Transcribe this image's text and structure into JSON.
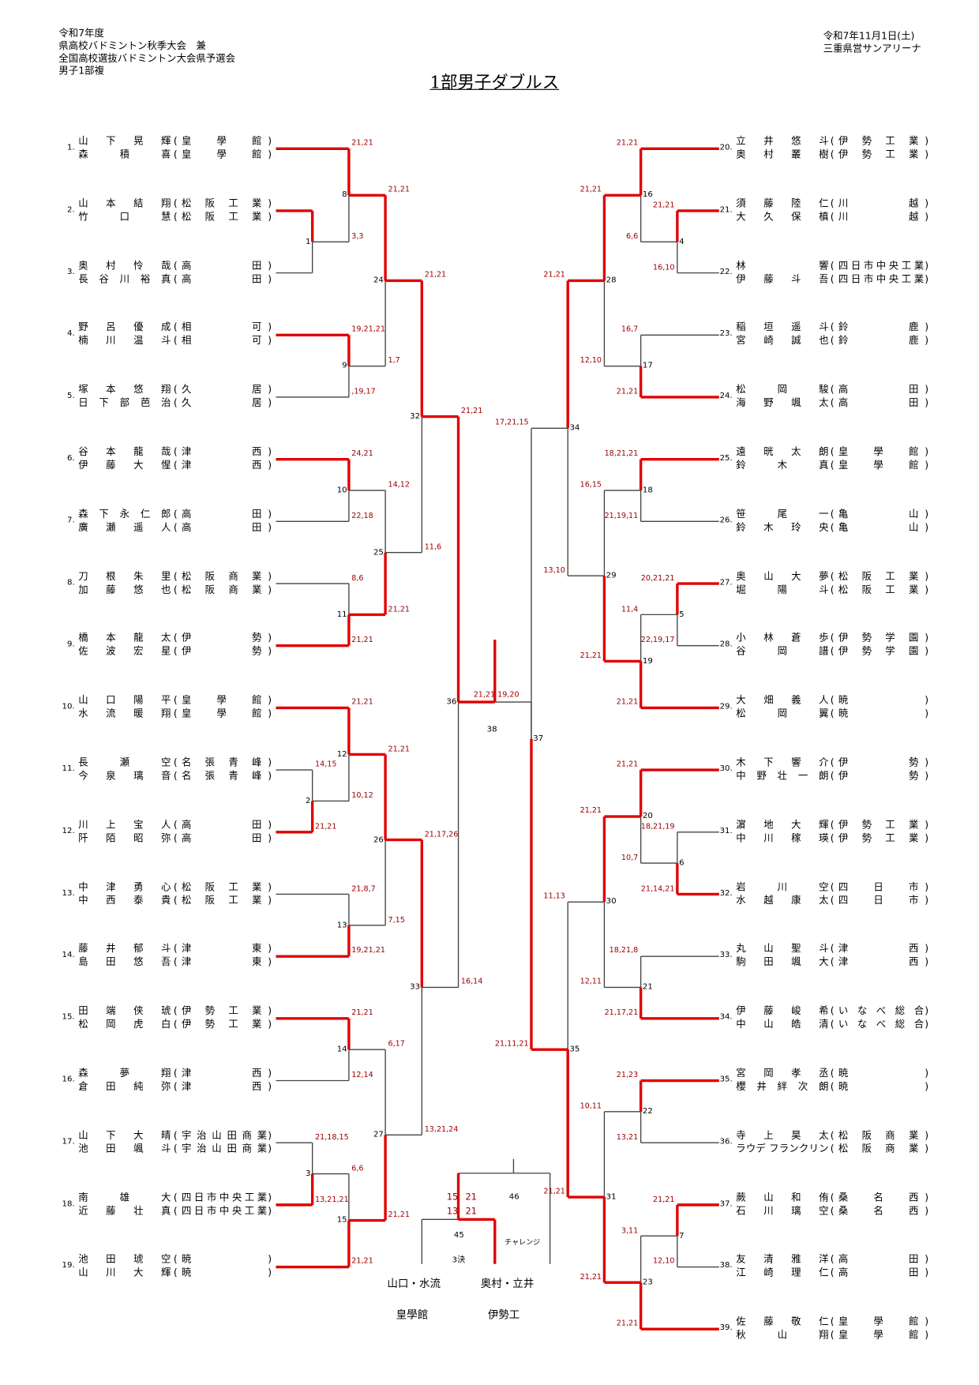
{
  "header": {
    "left_lines": [
      "令和7年度",
      "県高校バドミントン秋季大会　兼",
      "全国高校選抜バドミントン大会県予選会",
      "男子1部複"
    ],
    "title": "1部男子ダブルス",
    "date": "令和7年11月1日(土)",
    "venue": "三重県営サンアリーナ"
  },
  "colors": {
    "winner_line": "#e00000",
    "score_text": "#a00000",
    "line": "#444444"
  },
  "entries": [
    {
      "no": "1.",
      "p1": "山下晃輝",
      "p2": "森積喜",
      "school": "皇學館"
    },
    {
      "no": "2.",
      "p1": "山本結翔",
      "p2": "竹口慧",
      "school": "松阪工業"
    },
    {
      "no": "3.",
      "p1": "奥村怜哉",
      "p2": "長谷川裕真",
      "school": "高田"
    },
    {
      "no": "4.",
      "p1": "野呂優成",
      "p2": "楠川温斗",
      "school": "相可"
    },
    {
      "no": "5.",
      "p1": "塚本悠翔",
      "p2": "日下部芭治",
      "school": "久居"
    },
    {
      "no": "6.",
      "p1": "谷本龍哉",
      "p2": "伊藤大惺",
      "school": "津西"
    },
    {
      "no": "7.",
      "p1": "森下永仁郎",
      "p2": "廣瀬遥人",
      "school": "高田"
    },
    {
      "no": "8.",
      "p1": "刀根朱里",
      "p2": "加藤悠也",
      "school": "松阪商業"
    },
    {
      "no": "9.",
      "p1": "橋本龍太",
      "p2": "佐波宏星",
      "school": "伊勢"
    },
    {
      "no": "10.",
      "p1": "山口陽平",
      "p2": "水流暖翔",
      "school": "皇學館"
    },
    {
      "no": "11.",
      "p1": "長瀬空",
      "p2": "今泉璃音",
      "school": "名張青峰"
    },
    {
      "no": "12.",
      "p1": "川上宝人",
      "p2": "阡陌昭弥",
      "school": "高田"
    },
    {
      "no": "13.",
      "p1": "中津勇心",
      "p2": "中西泰貴",
      "school": "松阪工業"
    },
    {
      "no": "14.",
      "p1": "藤井郁斗",
      "p2": "島田悠吾",
      "school": "津東"
    },
    {
      "no": "15.",
      "p1": "田端侠琥",
      "p2": "松岡虎白",
      "school": "伊勢工業"
    },
    {
      "no": "16.",
      "p1": "森夢翔",
      "p2": "倉田純弥",
      "school": "津西"
    },
    {
      "no": "17.",
      "p1": "山下大晴",
      "p2": "池田颯斗",
      "school": "宇治山田商業"
    },
    {
      "no": "18.",
      "p1": "南雄大",
      "p2": "近藤壮真",
      "school": "四日市中央工業"
    },
    {
      "no": "19.",
      "p1": "池田琥空",
      "p2": "山川大輝",
      "school": "暁"
    },
    {
      "no": "20.",
      "p1": "立井悠斗",
      "p2": "奥村叢樹",
      "school": "伊勢工業"
    },
    {
      "no": "21.",
      "p1": "須藤陸仁",
      "p2": "大久保槙",
      "school": "川越"
    },
    {
      "no": "22.",
      "p1": "林響",
      "p2": "伊藤斗吾",
      "school": "四日市中央工業"
    },
    {
      "no": "23.",
      "p1": "稲垣遥斗",
      "p2": "宮崎誠也",
      "school": "鈴鹿"
    },
    {
      "no": "24.",
      "p1": "松岡駿",
      "p2": "海野颯太",
      "school": "高田"
    },
    {
      "no": "25.",
      "p1": "遠晄太朗",
      "p2": "鈴木真",
      "school": "皇學館"
    },
    {
      "no": "26.",
      "p1": "笹尾一",
      "p2": "鈴木玲央",
      "school": "亀山"
    },
    {
      "no": "27.",
      "p1": "奥山大夢",
      "p2": "堀陽斗",
      "school": "松阪工業"
    },
    {
      "no": "28.",
      "p1": "小林蒼歩",
      "p2": "谷岡譜",
      "school": "伊勢学園"
    },
    {
      "no": "29.",
      "p1": "大畑義人",
      "p2": "松岡翼",
      "school": "暁"
    },
    {
      "no": "30.",
      "p1": "木下響介",
      "p2": "中野壮一朗",
      "school": "伊勢"
    },
    {
      "no": "31.",
      "p1": "濵地大輝",
      "p2": "中川稼瑛",
      "school": "伊勢工業"
    },
    {
      "no": "32.",
      "p1": "岩川空",
      "p2": "水越康太",
      "school": "四日市"
    },
    {
      "no": "33.",
      "p1": "丸山聖斗",
      "p2": "駒田颯大",
      "school": "津西"
    },
    {
      "no": "34.",
      "p1": "伊藤峻希",
      "p2": "中山皓清",
      "school": "いなべ総合"
    },
    {
      "no": "35.",
      "p1": "宮岡孝丞",
      "p2": "櫻井絆次朗",
      "school": "暁"
    },
    {
      "no": "36.",
      "p1": "寺上昊太",
      "p2": "ラウデ フランクリン",
      "school": "松阪商業"
    },
    {
      "no": "37.",
      "p1": "蕨山和侑",
      "p2": "石川璃空",
      "school": "桑名西"
    },
    {
      "no": "38.",
      "p1": "友清雅洋",
      "p2": "江崎理仁",
      "school": "高田"
    },
    {
      "no": "39.",
      "p1": "佐藤敬仁",
      "p2": "秋山翔",
      "school": "皇學館"
    }
  ],
  "matches": {
    "m1": {
      "no": "1",
      "top": "",
      "bot": "",
      "win": "t"
    },
    "m2": {
      "no": "2",
      "top": "14,15",
      "bot": "21,21",
      "win": "b"
    },
    "m3": {
      "no": "3",
      "top": "21,18,15",
      "bot": "13,21,21",
      "win": "b"
    },
    "m8": {
      "no": "8",
      "top": "21,21",
      "bot": "3,3",
      "win": "t"
    },
    "m9": {
      "no": "9",
      "top": "19,21,21",
      "bot": ",19,17",
      "win": "t"
    },
    "m10": {
      "no": "10",
      "top": "24,21",
      "bot": "22,18",
      "win": "t"
    },
    "m11": {
      "no": "11",
      "top": "8,6",
      "bot": "21,21",
      "win": "b"
    },
    "m12": {
      "no": "12",
      "top": "21,21",
      "bot": "10,12",
      "win": "t"
    },
    "m13": {
      "no": "13",
      "top": "21,8,7",
      "bot": "19,21,21",
      "win": "b"
    },
    "m14": {
      "no": "14",
      "top": "21,21",
      "bot": "12,14",
      "win": "t"
    },
    "m15": {
      "no": "15",
      "top": "6,6",
      "bot": "21,21",
      "win": "b"
    },
    "m24": {
      "no": "24",
      "top": "21,21",
      "bot": "1,7",
      "win": "t"
    },
    "m25": {
      "no": "25",
      "top": "14,12",
      "bot": "21,21",
      "win": "b"
    },
    "m26": {
      "no": "26",
      "top": "21,21",
      "bot": "7,15",
      "win": "t"
    },
    "m27": {
      "no": "27",
      "top": "6,17",
      "bot": "21,21",
      "win": "b"
    },
    "m32": {
      "no": "32",
      "top": "21,21",
      "bot": "11,6",
      "win": "t"
    },
    "m33": {
      "no": "33",
      "top": "21,17,26",
      "bot": "13,21,24",
      "win": "t"
    },
    "m36": {
      "no": "36",
      "top": "21,21",
      "bot": "16,14",
      "win": "t"
    },
    "m4": {
      "no": "4",
      "top": "21,21",
      "bot": "16,10",
      "win": "t"
    },
    "m5": {
      "no": "5",
      "top": "20,21,21",
      "bot": "22,19,17",
      "win": "t"
    },
    "m6": {
      "no": "6",
      "top": "18,21,19",
      "bot": "21,14,21",
      "win": "b"
    },
    "m7": {
      "no": "7",
      "top": "21,21",
      "bot": "12,10",
      "win": "t"
    },
    "m16": {
      "no": "16",
      "top": "21,21",
      "bot": "6,6",
      "win": "t"
    },
    "m17": {
      "no": "17",
      "top": "16,7",
      "bot": "21,21",
      "win": "b"
    },
    "m18": {
      "no": "18",
      "top": "18,21,21",
      "bot": "21,19,11",
      "win": "t"
    },
    "m19": {
      "no": "19",
      "top": "11,4",
      "bot": "21,21",
      "win": "b"
    },
    "m20": {
      "no": "20",
      "top": "21,21",
      "bot": "10,7",
      "win": "t"
    },
    "m21": {
      "no": "21",
      "top": "18,21,8",
      "bot": "21,17,21",
      "win": "b"
    },
    "m22": {
      "no": "22",
      "top": "21,23",
      "bot": "13,21",
      "win": "t"
    },
    "m23": {
      "no": "23",
      "top": "3,11",
      "bot": "21,21",
      "win": "b"
    },
    "m28": {
      "no": "28",
      "top": "21,21",
      "bot": "12,10",
      "win": "t"
    },
    "m29": {
      "no": "29",
      "top": "16,15",
      "bot": "21,21",
      "win": "b"
    },
    "m30": {
      "no": "30",
      "top": "21,21",
      "bot": "12,11",
      "win": "t"
    },
    "m31": {
      "no": "31",
      "top": "10,11",
      "bot": "21,21",
      "win": "b"
    },
    "m34": {
      "no": "34",
      "top": "21,21",
      "bot": "13,10",
      "win": "t"
    },
    "m35": {
      "no": "35",
      "top": "11,13",
      "bot": "21,21",
      "win": "b"
    },
    "m37": {
      "no": "37",
      "top": "17,21,15",
      "bot": "21,11,21",
      "win": "b"
    }
  },
  "final": {
    "no": "38",
    "left_score": "21,21",
    "right_score": "19,20",
    "winner": "left"
  },
  "playoff": {
    "third_no": "45",
    "third_label": "3決",
    "challenge_no": "46",
    "challenge_label": "チャレンジ",
    "scores": {
      "g1_left": "15",
      "g1_right": "21",
      "g2_left": "13",
      "g2_right": "21"
    },
    "left_pair": "山口・水流",
    "left_school": "皇學館",
    "right_pair": "奥村・立井",
    "right_school": "伊勢工"
  }
}
